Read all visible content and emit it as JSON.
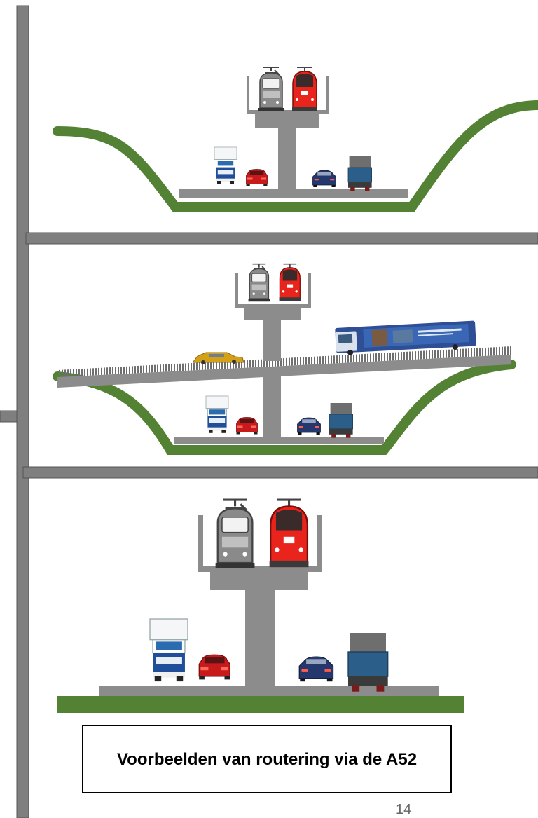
{
  "slide": {
    "caption": "Voorbeelden van routering via de A52",
    "page_number": "14"
  },
  "colors": {
    "frame": "#7f7f7f",
    "frame_border": "#555555",
    "grass": "#548235",
    "concrete": "#8c8c8c",
    "train_red": "#e8241c",
    "train_grey": "#8a8a8a",
    "truck_blue": "#2b5f8a",
    "car_red": "#c8191c",
    "car_blue": "#24386e",
    "car_yellow": "#d4a017"
  },
  "panels": [
    {
      "name": "scenario-1",
      "description": ""
    },
    {
      "name": "scenario-2",
      "description": ""
    },
    {
      "name": "scenario-3",
      "description": ""
    }
  ],
  "icons": [
    "train-grey-icon",
    "train-red-icon",
    "truck-white-icon",
    "truck-dark-icon",
    "car-red-icon",
    "car-blue-icon",
    "car-yellow-icon",
    "bus-icon"
  ]
}
